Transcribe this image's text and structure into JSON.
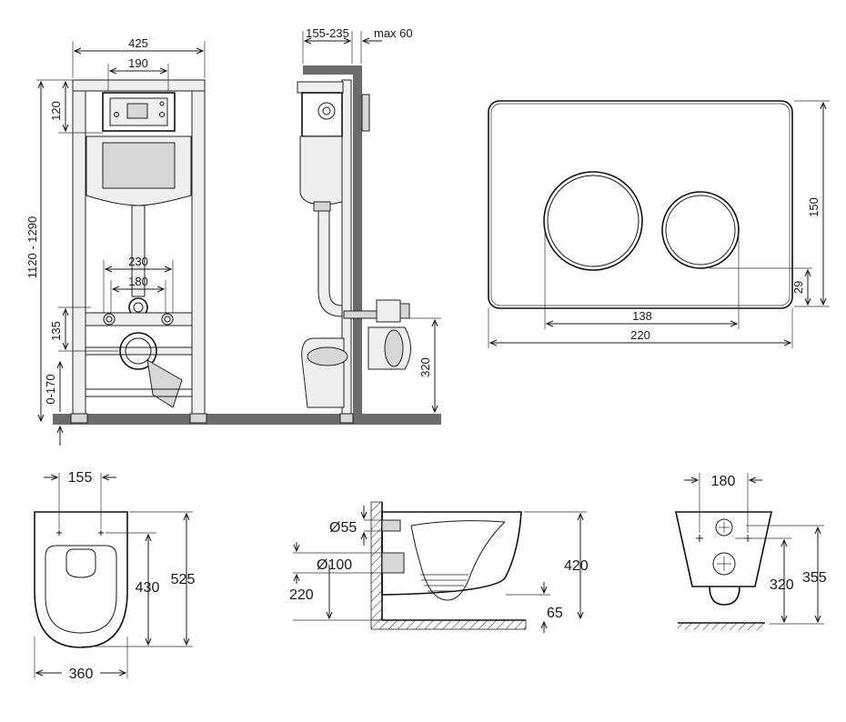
{
  "frame_front": {
    "width_total": "425",
    "width_inner": "190",
    "top_offset": "120",
    "height_range": "1120 - 1290",
    "pipe_spacing_outer": "230",
    "pipe_spacing_inner": "180",
    "drain_height": "135",
    "floor_adjust": "0-170"
  },
  "frame_side": {
    "wall_depth": "155-235",
    "max_depth": "max 60",
    "outlet_height": "320"
  },
  "flush_plate": {
    "height": "150",
    "button_offset": "29",
    "button_span": "138",
    "plate_width": "220"
  },
  "bowl_top": {
    "bolt_spacing": "155",
    "depth_to_bolts": "430",
    "total_depth": "525",
    "width": "360"
  },
  "bowl_side": {
    "inlet_diameter": "Ø55",
    "outlet_diameter": "Ø100",
    "outlet_height": "220",
    "height": "420",
    "floor_gap": "65"
  },
  "bowl_back": {
    "bolt_spacing": "180",
    "outlet_center": "320",
    "height": "355"
  },
  "colors": {
    "line": "#1a1a1a",
    "wall": "#6b6b6b",
    "fill_light": "#efefef",
    "fill_gray": "#d7d7d7"
  }
}
